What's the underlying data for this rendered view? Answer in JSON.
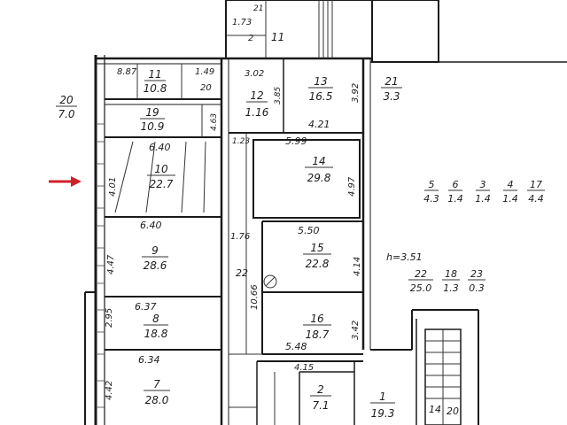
{
  "rooms": [
    {
      "key": "r1",
      "num": "1",
      "area": "19.3"
    },
    {
      "key": "r2",
      "num": "2",
      "area": "7.1"
    },
    {
      "key": "r3",
      "num": "3",
      "area": "1.4"
    },
    {
      "key": "r4",
      "num": "4",
      "area": "1.4"
    },
    {
      "key": "r5",
      "num": "5",
      "area": "4.3"
    },
    {
      "key": "r6",
      "num": "6",
      "area": "1.4"
    },
    {
      "key": "r7",
      "num": "7",
      "area": "28.0"
    },
    {
      "key": "r8",
      "num": "8",
      "area": "18.8"
    },
    {
      "key": "r9",
      "num": "9",
      "area": "28.6"
    },
    {
      "key": "r10",
      "num": "10",
      "area": "22.7"
    },
    {
      "key": "r11",
      "num": "11",
      "area": "10.8"
    },
    {
      "key": "r12",
      "num": "12",
      "area": "1.16"
    },
    {
      "key": "r13",
      "num": "13",
      "area": "16.5"
    },
    {
      "key": "r14",
      "num": "14",
      "area": "29.8"
    },
    {
      "key": "r15",
      "num": "15",
      "area": "22.8"
    },
    {
      "key": "r16",
      "num": "16",
      "area": "18.7"
    },
    {
      "key": "r17",
      "num": "17",
      "area": "4.4"
    },
    {
      "key": "r18",
      "num": "18",
      "area": "1.3"
    },
    {
      "key": "r19",
      "num": "19",
      "area": "10.9"
    },
    {
      "key": "r20",
      "num": "20",
      "area": "7.0"
    },
    {
      "key": "r21",
      "num": "21",
      "area": "3.3"
    },
    {
      "key": "r22",
      "num": "22",
      "area": "25.0"
    },
    {
      "key": "r23",
      "num": "23",
      "area": "0.3"
    }
  ],
  "dimensions": {
    "d_173": "1.73",
    "d_11": "11",
    "d_887": "8.87",
    "d_149": "1.49",
    "d_302": "3.02",
    "d_20": "20",
    "d_385": "3.85",
    "d_392": "3.92",
    "d_421": "4.21",
    "d_123": "1.23",
    "d_599": "5.99",
    "d_497": "4.97",
    "d_463": "4.63",
    "d_640a": "6.40",
    "d_640b": "6.40",
    "d_401": "4.01",
    "d_176": "1.76",
    "d_550": "5.50",
    "d_414": "4.14",
    "d_447": "4.47",
    "d_1066": "10.66",
    "d_22": "22",
    "d_637": "6.37",
    "d_295": "2.95",
    "d_342": "3.42",
    "d_548": "5.48",
    "d_634": "6.34",
    "d_415": "4.15",
    "d_442": "4.42",
    "d_h": "h=3.51",
    "d_14": "14",
    "d_20b": "20",
    "d_2": "2",
    "d_21": "21"
  },
  "colors": {
    "line": "#1a1a1a",
    "arrow": "#d0202a",
    "background": "#ffffff"
  },
  "icons": {
    "entrance_arrow": "red-arrow-right-icon"
  }
}
